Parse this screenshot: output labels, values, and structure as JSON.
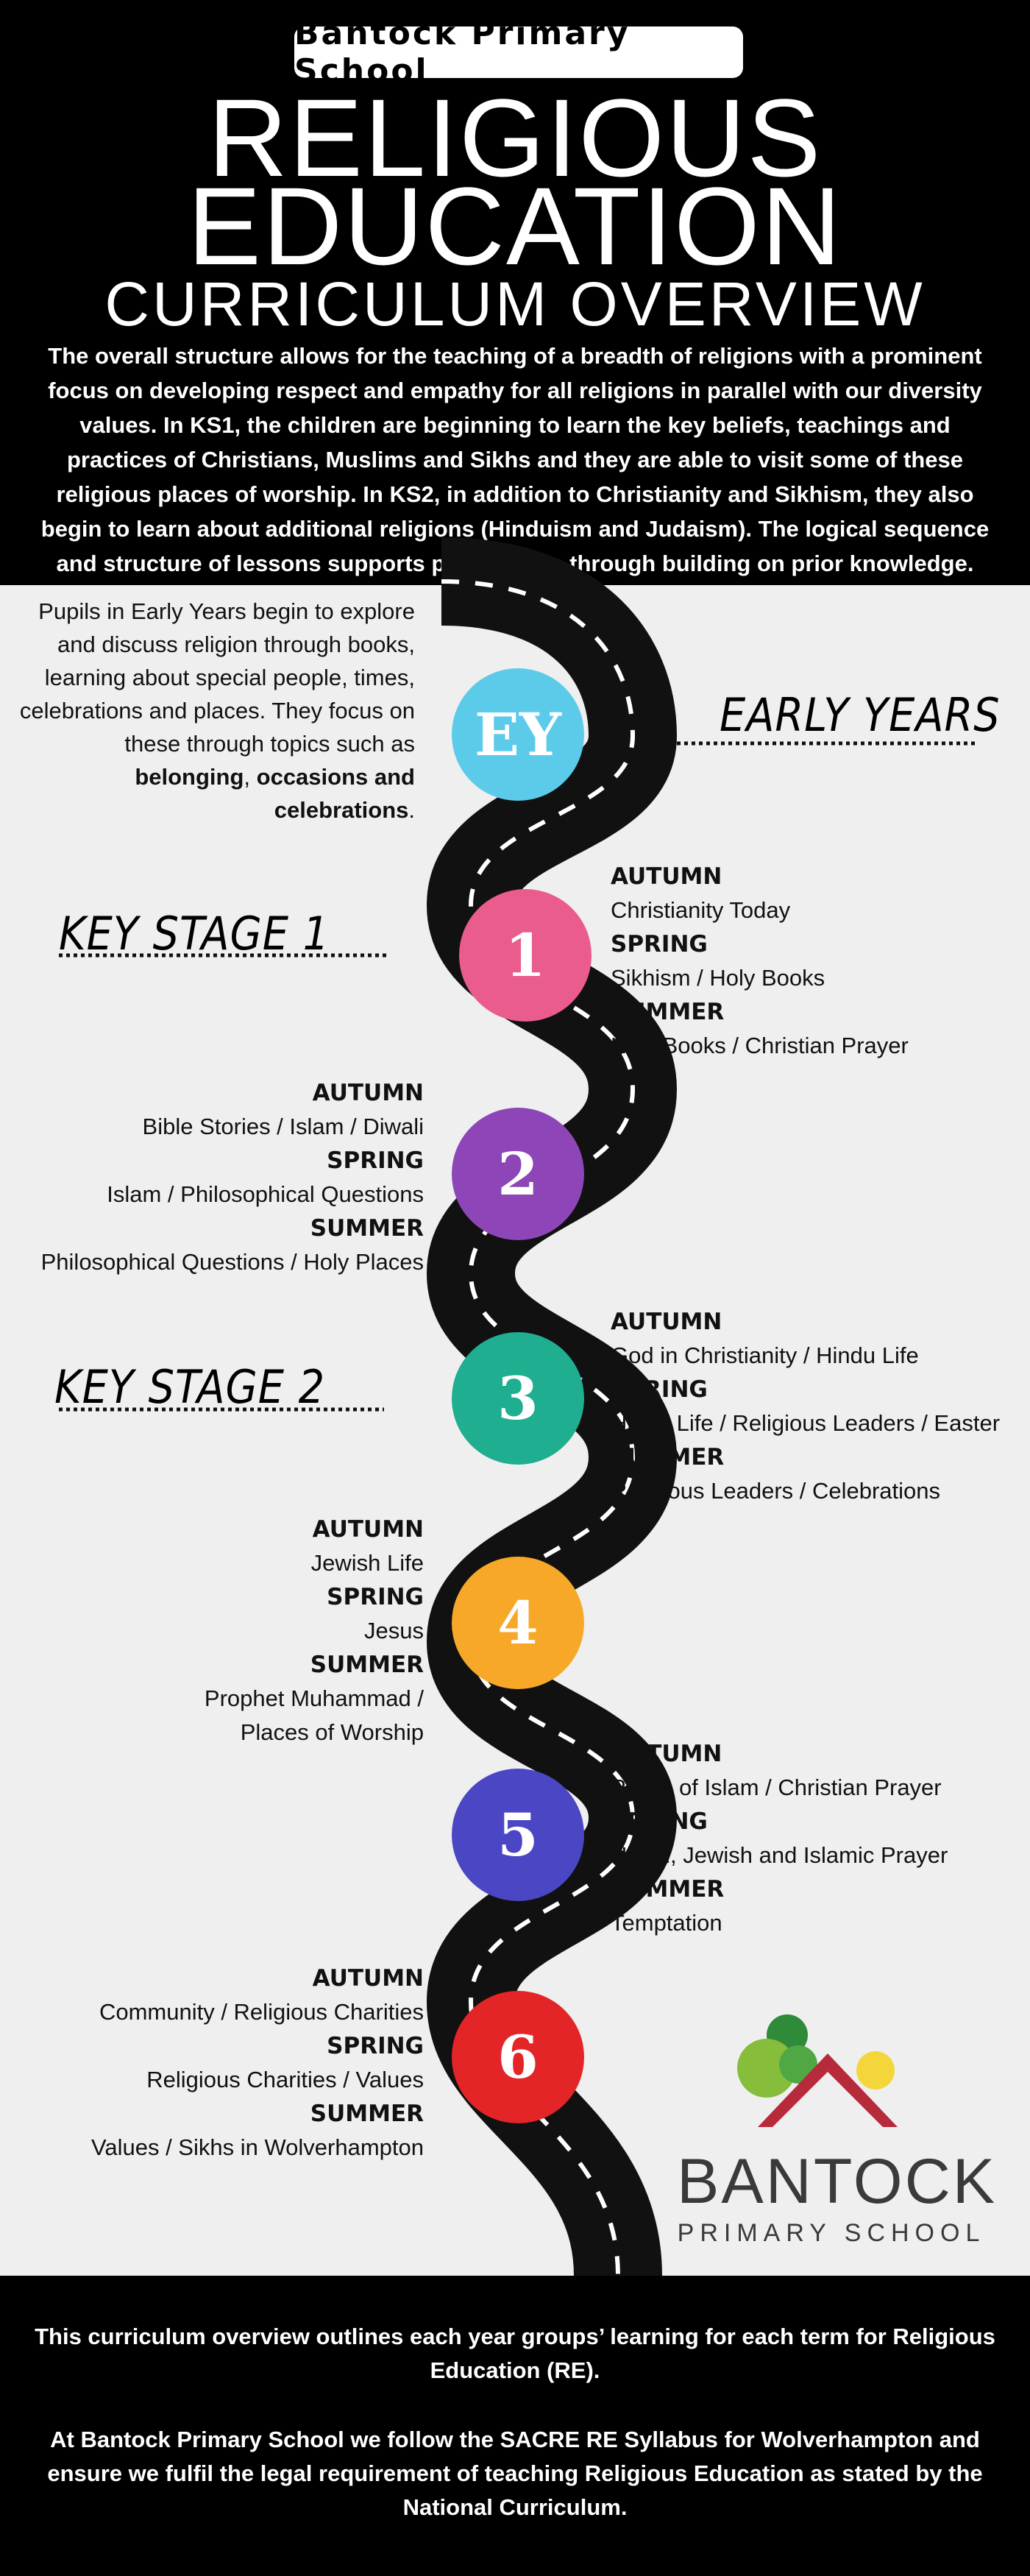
{
  "header": {
    "school_name": "Bantock Primary School",
    "title_line1": "RELIGIOUS",
    "title_line2": "EDUCATION",
    "subtitle": "CURRICULUM OVERVIEW",
    "intro": "The overall structure allows for the teaching of a breadth of religions with a prominent focus on developing respect and empathy for all religions in parallel with our diversity values. In KS1, the children are beginning to learn the key beliefs, teachings and practices of Christians, Muslims and Sikhs and they are able to visit some of these religious places of worship.  In KS2, in addition to Christianity and Sikhism, they also begin to learn about additional religions (Hinduism and Judaism).  The logical sequence and structure of lessons supports progression through building on prior knowledge."
  },
  "stage_labels": {
    "early_years": "EARLY YEARS",
    "ks1": "KEY STAGE 1",
    "ks2": "KEY STAGE 2"
  },
  "early_years": {
    "badge": "EY",
    "text_start": "Pupils in Early Years begin to explore and discuss religion through books, learning about special people, times, celebrations and places.  They focus on these through topics  such as ",
    "text_bold_1": "belonging",
    "text_mid": ",  ",
    "text_bold_2": "occasions and celebrations",
    "text_end": "."
  },
  "terms": {
    "autumn": "AUTUMN",
    "spring": "SPRING",
    "summer": "SUMMER"
  },
  "years": [
    {
      "badge": "1",
      "autumn": "Christianity Today",
      "spring": "Sikhism / Holy Books",
      "summer": "Holy Books / Christian Prayer"
    },
    {
      "badge": "2",
      "autumn": "Bible Stories / Islam / Diwali",
      "spring": "Islam / Philosophical Questions",
      "summer": "Philosophical Questions / Holy Places"
    },
    {
      "badge": "3",
      "autumn": "God in Christianity / Hindu Life",
      "spring": "Hindu Life / Religious Leaders / Easter",
      "summer": "Religious Leaders / Celebrations"
    },
    {
      "badge": "4",
      "autumn": "Jewish Life",
      "spring": "Jesus",
      "summer_line1": "Prophet Muhammad /",
      "summer_line2": "Places of Worship"
    },
    {
      "badge": "5",
      "autumn": "Pillars of Islam / Christian Prayer",
      "spring": "Hindu, Jewish and Islamic Prayer",
      "summer": "Temptation"
    },
    {
      "badge": "6",
      "autumn": "Community / Religious Charities",
      "spring": "Religious Charities / Values",
      "summer": "Values / Sikhs in Wolverhampton"
    }
  ],
  "colors": {
    "ey": "#5ccbea",
    "y1": "#e95c8d",
    "y2": "#8d45b8",
    "y3": "#1fae8f",
    "y4": "#f7a828",
    "y5": "#4a46c4",
    "y6": "#e42528"
  },
  "logo": {
    "name": "BANTOCK",
    "sub": "PRIMARY SCHOOL"
  },
  "footer": {
    "para1": "This curriculum overview outlines each year groups’ learning for each term for Religious Education (RE).",
    "para2": "At Bantock Primary School we follow the SACRE RE Syllabus for Wolverhampton and ensure we fulfil the legal requirement of teaching Religious Education as stated by the National Curriculum."
  }
}
